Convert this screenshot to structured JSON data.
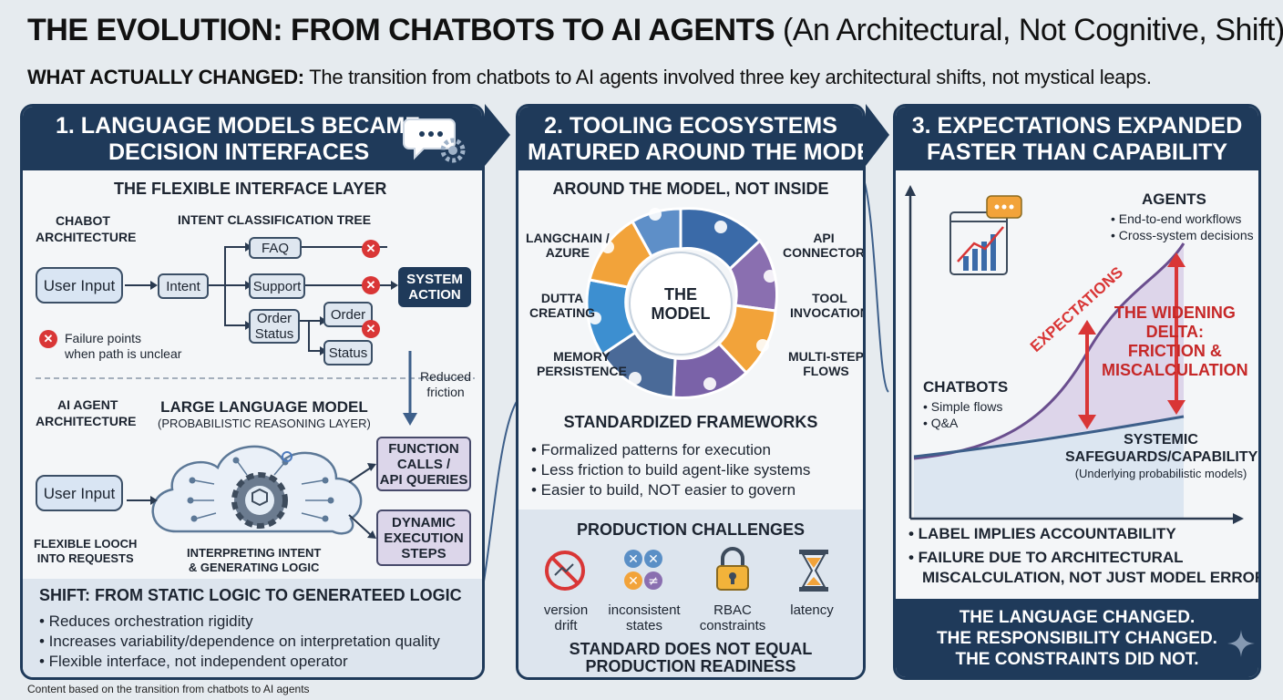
{
  "header": {
    "title": "THE EVOLUTION: FROM CHATBOTS TO AI AGENTS",
    "title_suffix": "(An Architectural, Not Cognitive, Shift)",
    "subtitle_lead": "WHAT ACTUALLY CHANGED:",
    "subtitle_text": "The transition from chatbots to AI agents involved three key architectural shifts, not mystical leaps."
  },
  "panel1": {
    "title_line1": "1. LANGUAGE MODELS BECAME",
    "title_line2": "DECISION INTERFACES",
    "section_title": "THE FLEXIBLE INTERFACE LAYER",
    "chatbot_label_1": "CHABOT",
    "chatbot_label_2": "ARCHITECTURE",
    "tree_title": "INTENT CLASSIFICATION TREE",
    "user_input": "User Input",
    "intent": "Intent",
    "faq": "FAQ",
    "support": "Support",
    "order_status_1": "Order",
    "order_status_2": "Status",
    "order": "Order",
    "status": "Status",
    "system_action_1": "SYSTEM",
    "system_action_2": "ACTION",
    "failure_1": "Failure points",
    "failure_2": "when path is unclear",
    "reduced_1": "Reduced",
    "reduced_2": "friction",
    "agent_label_1": "AI AGENT",
    "agent_label_2": "ARCHITECTURE",
    "llm_title": "LARGE LANGUAGE MODEL",
    "llm_sub": "(PROBABILISTIC REASONING LAYER)",
    "user_input_2": "User Input",
    "flexible_1": "FLEXIBLE LOOCH",
    "flexible_2": "INTO REQUESTS",
    "interpreting_1": "INTERPRETING INTENT",
    "interpreting_2": "& GENERATING LOGIC",
    "function_1": "FUNCTION",
    "function_2": "CALLS /",
    "function_3": "API QUERIES",
    "dynamic_1": "DYNAMIC",
    "dynamic_2": "EXECUTION",
    "dynamic_3": "STEPS",
    "shift_title": "SHIFT: FROM STATIC LOGIC TO GENERATEED LOGIC",
    "bullets": [
      "• Reduces orchestration rigidity",
      "• Increases variability/dependence on interpretation quality",
      "• Flexible interface, not independent operator"
    ]
  },
  "panel2": {
    "title_line1": "2. TOOLING ECOSYSTEMS",
    "title_line2": "MATURED AROUND THE MODEL",
    "section_title": "AROUND THE MODEL, NOT INSIDE",
    "center_1": "THE",
    "center_2": "MODEL",
    "langchain_1": "LANGCHAIN /",
    "langchain_2": "AZURE",
    "api_1": "API",
    "api_2": "CONNECTOR",
    "dutta_1": "DUTTA",
    "dutta_2": "CREATING",
    "tool_1": "TOOL",
    "tool_2": "INVOCATION",
    "memory_1": "MEMORY",
    "memory_2": "PERSISTENCE",
    "multistep_1": "MULTI-STEP",
    "multistep_2": "FLOWS",
    "frameworks_title": "STANDARDIZED FRAMEWORKS",
    "frameworks_bullets": [
      "• Formalized patterns for execution",
      "• Less friction to build agent-like systems",
      "• Easier to build, NOT easier to govern"
    ],
    "challenges_title": "PRODUCTION CHALLENGES",
    "ch_version_1": "version",
    "ch_version_2": "drift",
    "ch_incons_1": "inconsistent",
    "ch_incons_2": "states",
    "ch_rbac_1": "RBAC",
    "ch_rbac_2": "constraints",
    "ch_latency": "latency",
    "standard_1": "STANDARD DOES NOT EQUAL",
    "standard_2": "PRODUCTION READINESS"
  },
  "panel3": {
    "title_line1": "3. EXPECTATIONS EXPANDED",
    "title_line2": "FASTER THAN CAPABILITY",
    "agents_title": "AGENTS",
    "agents_b1": "• End-to-end workflows",
    "agents_b2": "• Cross-system decisions",
    "expectations": "EXPECTATIONS",
    "delta_1": "THE WIDENING",
    "delta_2": "DELTA:",
    "delta_3": "FRICTION &",
    "delta_4": "MISCALCULATION",
    "chatbots_title": "CHATBOTS",
    "chatbots_b1": "• Simple flows",
    "chatbots_b2": "• Q&A",
    "systemic_1": "SYSTEMIC",
    "systemic_2": "SAFEGUARDS/CAPABILITY",
    "systemic_3": "(Underlying probabilistic models)",
    "bullet1": "• LABEL IMPLIES ACCOUNTABILITY",
    "bullet2_1": "• FAILURE DUE TO ARCHITECTURAL",
    "bullet2_2": "MISCALCULATION, NOT JUST MODEL ERROR",
    "closing_1": "THE LANGUAGE CHANGED.",
    "closing_2": "THE RESPONSIBILITY CHANGED.",
    "closing_3": "THE CONSTRAINTS DID NOT."
  },
  "footer": "Content based on the transition from chatbots to AI agents",
  "colors": {
    "navy": "#1f3a5a",
    "red": "#d93636",
    "purple": "#6a4e8e",
    "blue_line": "#3d5f8a"
  }
}
